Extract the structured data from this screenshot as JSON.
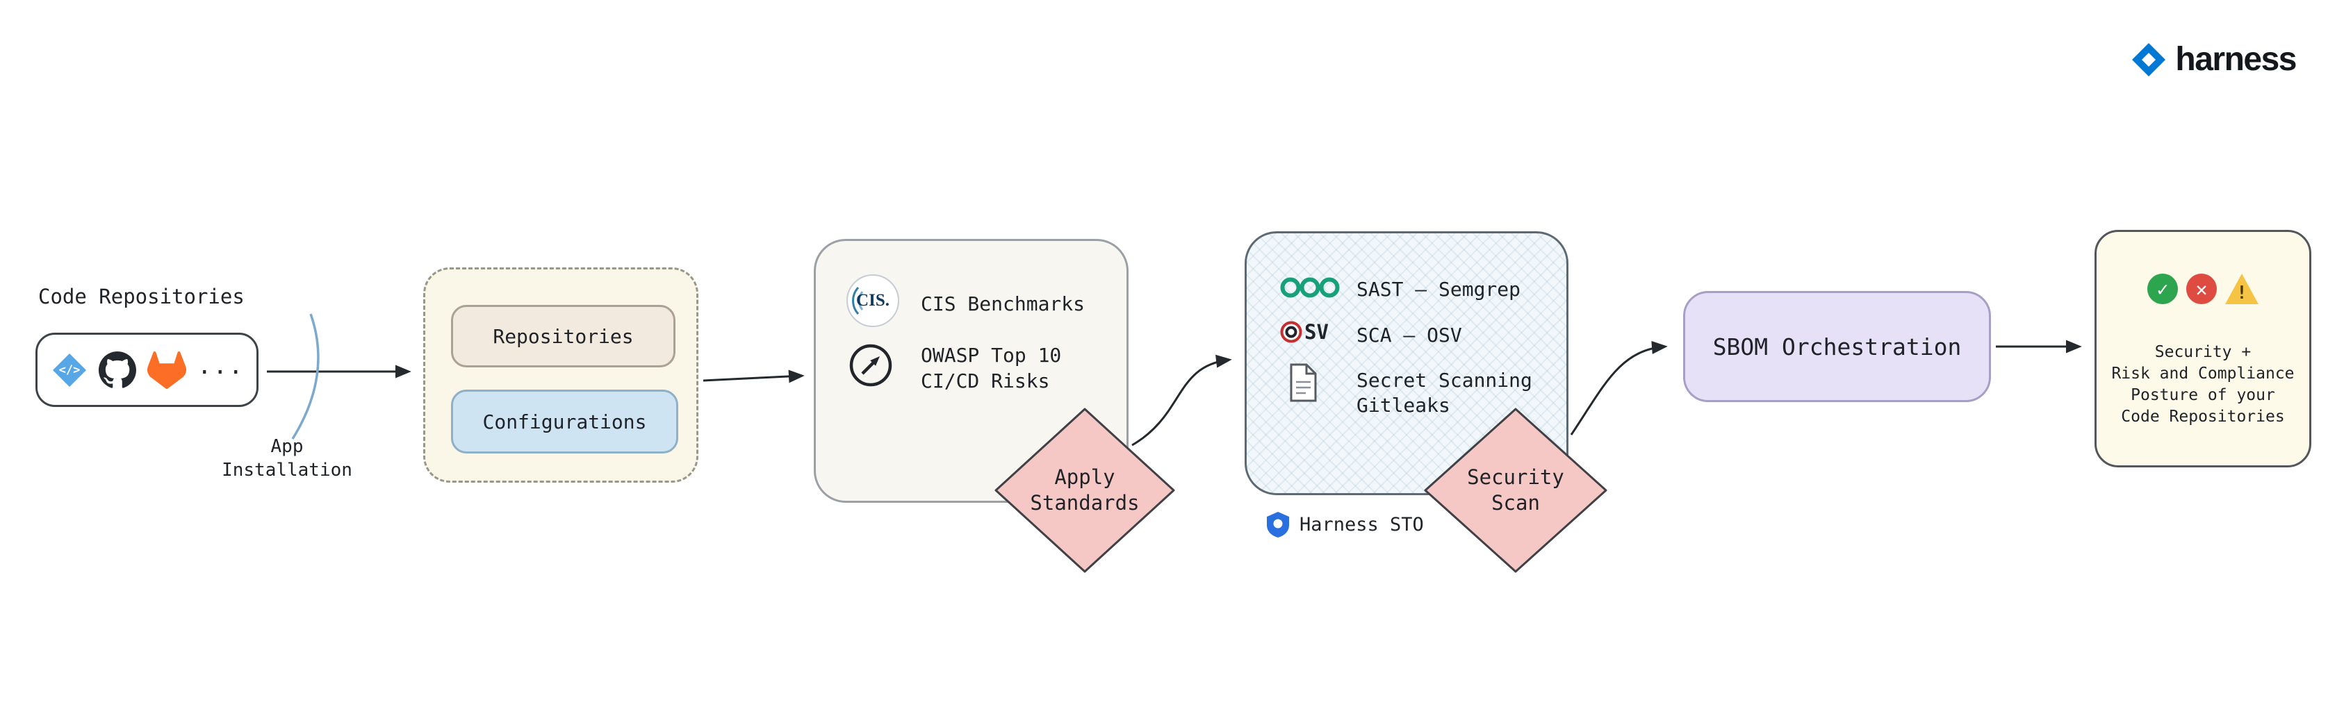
{
  "brand": {
    "name": "harness",
    "accent_color": "#0278d5"
  },
  "colors": {
    "diamond_fill": "#f6c8c5",
    "sbom_fill": "#e7e1f8",
    "group_fill": "#fbf7e8",
    "success": "#2da44e",
    "error": "#de4c41",
    "warning": "#f6c445"
  },
  "flow": {
    "code_repos": {
      "title": "Code Repositories",
      "code_glyph": "</>",
      "ellipsis": "..."
    },
    "app_installation": {
      "label": "App\nInstallation"
    },
    "config_group": {
      "repositories": "Repositories",
      "configurations": "Configurations"
    },
    "standards": {
      "cis_text": "CIS.",
      "cis_label": "CIS Benchmarks",
      "owasp_label": "OWASP Top 10\nCI/CD Risks"
    },
    "apply_standards": {
      "label": "Apply\nStandards"
    },
    "scanners": {
      "sast_label": "SAST – Semgrep",
      "osv_text": "SV",
      "sca_label": "SCA – OSV",
      "secret_label": "Secret Scanning\nGitleaks",
      "caption": "Harness STO"
    },
    "security_scan": {
      "label": "Security\nScan"
    },
    "sbom": {
      "label": "SBOM Orchestration"
    },
    "posture": {
      "label": "Security +\nRisk and Compliance\nPosture of your\nCode Repositories",
      "check_glyph": "✓",
      "error_glyph": "✕",
      "warning_glyph": "!"
    }
  }
}
